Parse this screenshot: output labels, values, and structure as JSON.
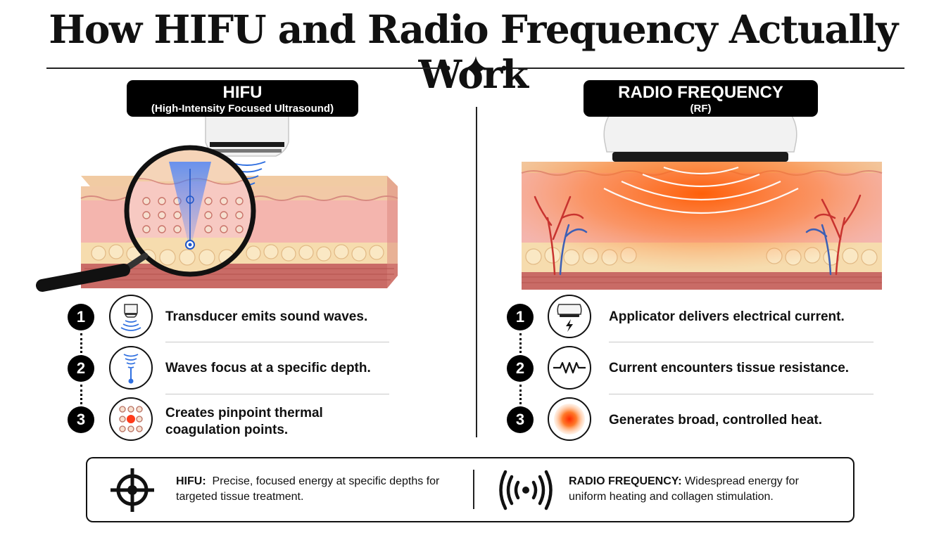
{
  "title": "How HIFU and Radio Frequency Actually Work",
  "hifu": {
    "label": "HIFU",
    "sublabel": "(High-Intensity Focused Ultrasound)",
    "steps": [
      {
        "number": "1",
        "text": "Transducer emits sound waves."
      },
      {
        "number": "2",
        "text": "Waves focus at a specific depth."
      },
      {
        "number": "3",
        "text": "Creates pinpoint thermal coagulation points."
      }
    ]
  },
  "rf": {
    "label": "RADIO FREQUENCY",
    "sublabel": "(RF)",
    "steps": [
      {
        "number": "1",
        "text": "Applicator delivers electrical current."
      },
      {
        "number": "2",
        "text": "Current encounters tissue resistance."
      },
      {
        "number": "3",
        "text": "Generates broad, controlled heat."
      }
    ]
  },
  "summary": {
    "hifu_label": "HIFU:",
    "hifu_text": "Precise, focused energy at specific depths for targeted tissue treatment.",
    "rf_label": "RADIO FREQUENCY:",
    "rf_text": "Widespread energy for uniform heating and collagen stimulation."
  },
  "icons": {
    "hifu_step1": "transducer-waves-icon",
    "hifu_step2": "focused-beam-icon",
    "hifu_step3": "coagulation-points-icon",
    "rf_step1": "applicator-lightning-icon",
    "rf_step2": "resistor-icon",
    "rf_step3": "heat-glow-icon",
    "summary_hifu": "crosshair-target-icon",
    "summary_rf": "radio-signal-icon"
  },
  "colors": {
    "ultrasound_blue": "#2f6fe0",
    "rf_orange": "#ff6a1a",
    "skin_pink": "#f3b3ad",
    "fat_yellow": "#f6dcae",
    "muscle_red": "#c96b66"
  }
}
